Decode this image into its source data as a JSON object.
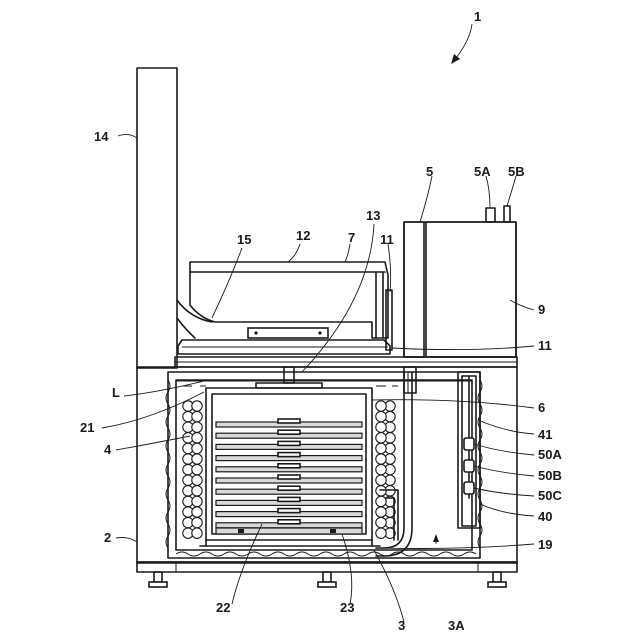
{
  "figure": {
    "labels": {
      "l1": "1",
      "l2": "2",
      "l3": "3",
      "l3A": "3A",
      "l4": "4",
      "l5": "5",
      "l5A": "5A",
      "l5B": "5B",
      "l6": "6",
      "l7": "7",
      "l9": "9",
      "l11a": "11",
      "l11b": "11",
      "l12": "12",
      "l13": "13",
      "l14": "14",
      "l15": "15",
      "l19": "19",
      "l21": "21",
      "l22": "22",
      "l23": "23",
      "l40": "40",
      "l41": "41",
      "l50A": "50A",
      "l50B": "50B",
      "l50C": "50C",
      "lL": "L"
    }
  }
}
